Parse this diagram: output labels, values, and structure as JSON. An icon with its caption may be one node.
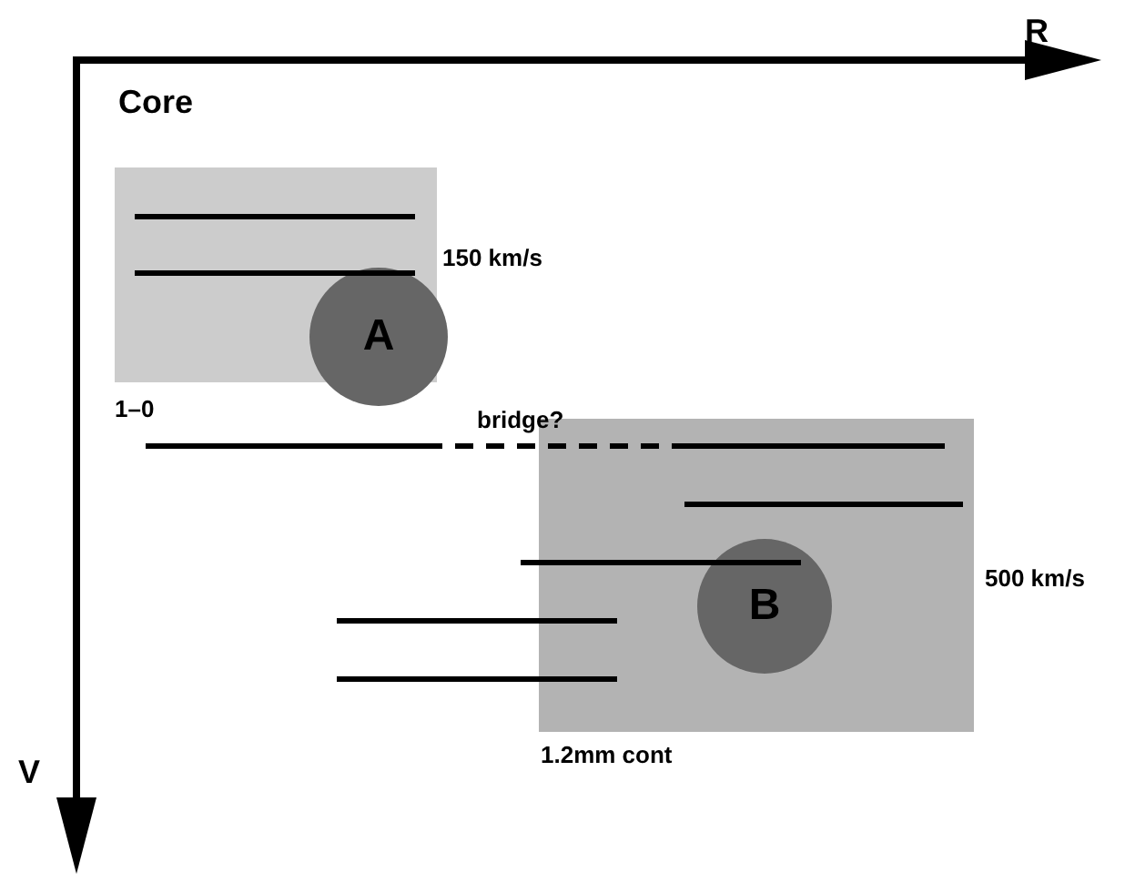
{
  "diagram": {
    "nodes": [
      {
        "text": [
          "A"
        ]
      },
      {
        "text": [
          "B"
        ]
      }
    ],
    "labels": [
      "R",
      "Core",
      "150 km/s",
      "1–0",
      "bridge?",
      "500 km/s",
      "1.2mm cont",
      "V"
    ]
  }
}
